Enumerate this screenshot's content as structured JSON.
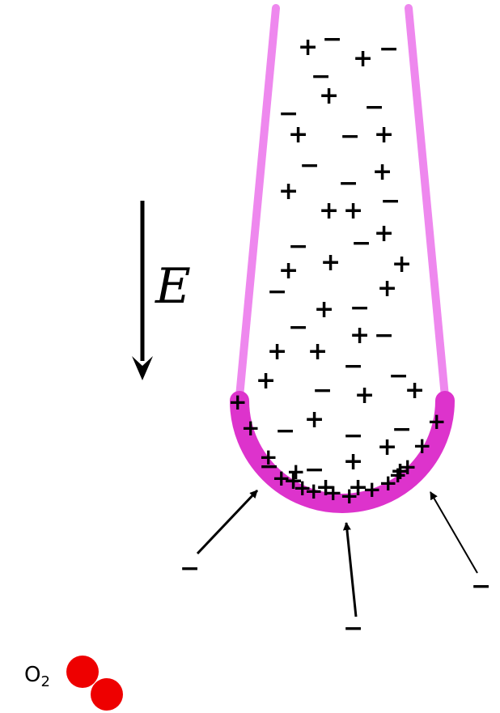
{
  "field_label": "E",
  "molecule_label": "O",
  "molecule_subscript": "2",
  "charges": {
    "interior": [
      "+",
      "−",
      "+",
      "−",
      "−",
      "+",
      "−",
      "+",
      "−",
      "+",
      "−",
      "+",
      "−",
      "+",
      "+",
      "+",
      "+",
      "−",
      "+",
      "−",
      "+",
      "−",
      "+",
      "−",
      "−",
      "+",
      "+",
      "−",
      "+",
      "+",
      "−",
      "−",
      "+",
      "+",
      "−",
      "+",
      "−",
      "+",
      "−",
      "+",
      "−",
      "+",
      "−",
      "+",
      "+",
      "−",
      "−",
      "+",
      "+",
      "−",
      "+"
    ],
    "surface": [
      "+",
      "+",
      "+",
      "+",
      "+",
      "+",
      "+",
      "+",
      "+",
      "+",
      "+",
      "+",
      "+",
      "+",
      "+"
    ],
    "external": [
      "−",
      "−",
      "−"
    ]
  },
  "colors": {
    "tube_wall": "#ee88ee",
    "tube_tip": "#dd33cc",
    "arrows": "#000000",
    "oxygen": "#ee0000"
  }
}
